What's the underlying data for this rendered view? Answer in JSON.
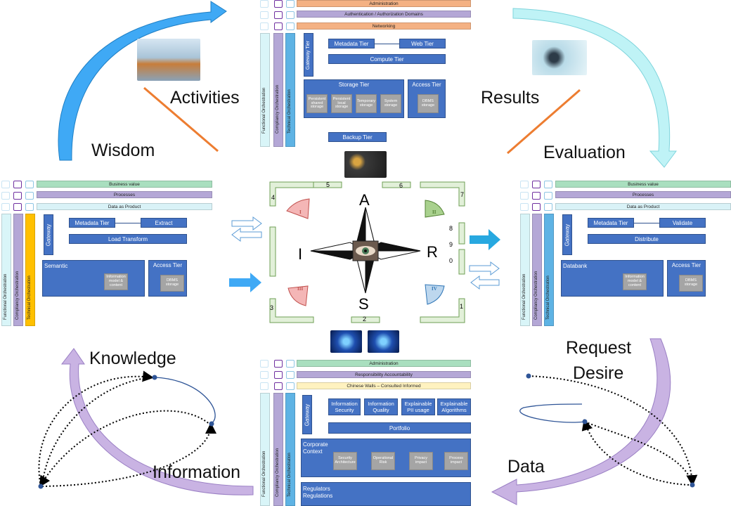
{
  "cycle_labels": {
    "activities": "Activities",
    "results": "Results",
    "wisdom": "Wisdom",
    "evaluation": "Evaluation",
    "knowledge": "Knowledge",
    "request": "Request",
    "desire": "Desire",
    "information": "Information",
    "data": "Data"
  },
  "common": {
    "functional": "Functional Orchestration",
    "compliancy": "Compliancy Orchestration",
    "technical": "Technical Orchestration",
    "gateway": "Gateway",
    "metadata_tier": "Metadata Tier",
    "access_tier": "Access Tier",
    "dbms_storage": "DBMS storage",
    "information_model": "Information model & content"
  },
  "top_panel": {
    "band1": "Administration",
    "band2": "Authentication / Authorization Domains",
    "band3": "Networking",
    "gateway_tier": "Gateway Tier",
    "web_tier": "Web Tier",
    "compute_tier": "Compute Tier",
    "storage_tier": "Storage Tier",
    "storage_items": [
      "Persistent shared storage",
      "Persistent local storage",
      "Temporary storage",
      "System storage"
    ],
    "backup_tier": "Backup Tier"
  },
  "left_panel": {
    "band1": "Business value",
    "band2": "Processes",
    "band3": "Data as Product",
    "extract": "Extract",
    "load_transform": "Load Transform",
    "semantic": "Semantic"
  },
  "right_panel": {
    "band1": "Business value",
    "band2": "Processes",
    "band3": "Data as Product",
    "validate": "Validate",
    "distribute": "Distribute",
    "databank": "Databank"
  },
  "bottom_panel": {
    "band1": "Administration",
    "band2": "Responsibility Accountability",
    "band3": "Chinese Walls – Consulted Informed",
    "top_boxes": [
      "Information Security",
      "Information Quality",
      "Explainable PII usage",
      "Explainable Algorithms"
    ],
    "portfolio": "Portfolio",
    "corporate_context": "Corporate Context",
    "grey_boxes": [
      "Security Architecture",
      "Operational Risk",
      "Privacy impact",
      "Process impact"
    ],
    "regulators": "Regulators",
    "regulations": "Regulations"
  },
  "compass": {
    "a": "A",
    "r": "R",
    "s": "S",
    "i": "I",
    "roman": [
      "I",
      "II",
      "III",
      "IV"
    ],
    "numbers": [
      "1",
      "2",
      "3",
      "4",
      "5",
      "6",
      "7",
      "8",
      "9",
      "0"
    ]
  },
  "colors": {
    "blue_arrow": "#3fa9f5",
    "cyan_arrow": "#bff3f6",
    "lavender_arrow": "#c9b3e3",
    "orange_line": "#ed7d31",
    "green_band": "#a9dfbf",
    "lavender_band": "#b4a7d6",
    "peach_band": "#f4b183",
    "pale_cyan_band": "#d9f2f7",
    "yellow_band": "#fff2c0",
    "panel_blue": "#4472c4",
    "frame_green": "#a9d18e"
  }
}
